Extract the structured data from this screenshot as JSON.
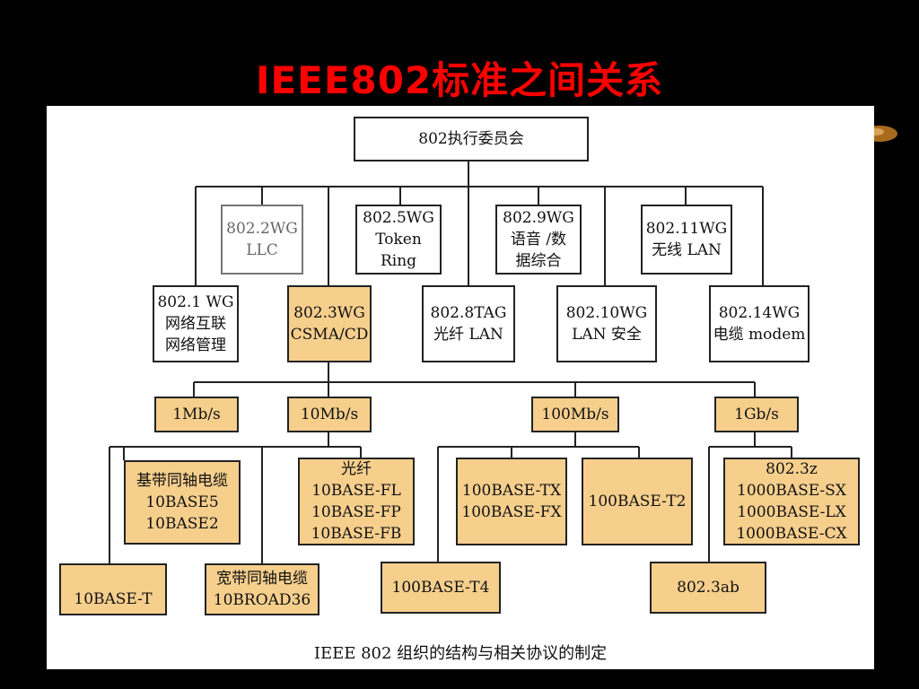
{
  "title": "IEEE802标准之间关系",
  "colors": {
    "title": "#ff0000",
    "background": "#000000",
    "panel": "#ffffff",
    "tan": "#f6cf8d",
    "border": "#222222"
  },
  "diagram": {
    "root": "802执行委员会",
    "wg_upper": [
      "802.2WG\nLLC",
      "802.5WG\nToken\nRing",
      "802.9WG\n语音 /数\n据综合",
      "802.11WG\n无线 LAN"
    ],
    "wg_lower": [
      "802.1 WG\n网络互联\n网络管理",
      "802.3WG\nCSMA/CD",
      "802.8TAG\n光纤 LAN",
      "802.10WG\nLAN 安全",
      "802.14WG\n电缆 modem"
    ],
    "speeds": [
      "1Mb/s",
      "10Mb/s",
      "100Mb/s",
      "1Gb/s"
    ],
    "media": {
      "baseband_coax": "基带同轴电缆\n10BASE5\n10BASE2",
      "fiber": "光纤\n10BASE-FL\n10BASE-FP\n10BASE-FB",
      "tx_fx": "100BASE-TX\n100BASE-FX",
      "t2": "100BASE-T2",
      "gigabit": "802.3z\n1000BASE-SX\n1000BASE-LX\n1000BASE-CX",
      "tenbase_t": "10BASE-T",
      "broadband": "宽带同轴电缆\n10BROAD36",
      "t4": "100BASE-T4",
      "ab": "802.3ab"
    },
    "caption": "IEEE 802 组织的结构与相关协议的制定"
  }
}
